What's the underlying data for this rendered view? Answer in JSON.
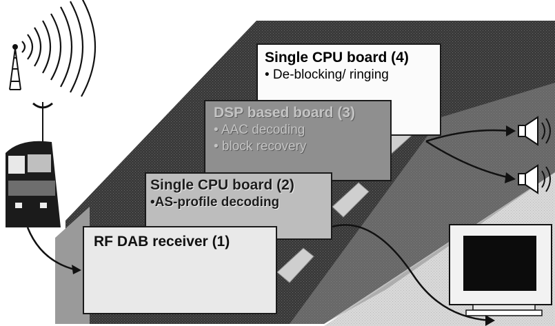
{
  "boards": [
    {
      "id": "4",
      "title": "Single CPU board (4)",
      "lines": [
        "• De-blocking/ ringing"
      ]
    },
    {
      "id": "3",
      "title": "DSP based board (3)",
      "lines": [
        "• AAC decoding",
        "• block recovery"
      ]
    },
    {
      "id": "2",
      "title": "Single CPU board (2)",
      "lines": [
        "•AS-profile decoding"
      ]
    },
    {
      "id": "1",
      "title": "RF DAB receiver (1)",
      "lines": []
    }
  ],
  "icons": [
    "radio-tower-icon",
    "radio-waves-icon",
    "tram-icon",
    "speaker-icon",
    "monitor-icon"
  ],
  "colors": {
    "background": "#ffffff",
    "platform_dark": "#2b2b2b",
    "platform_light": "#d6d6d6",
    "ink": "#111111"
  }
}
